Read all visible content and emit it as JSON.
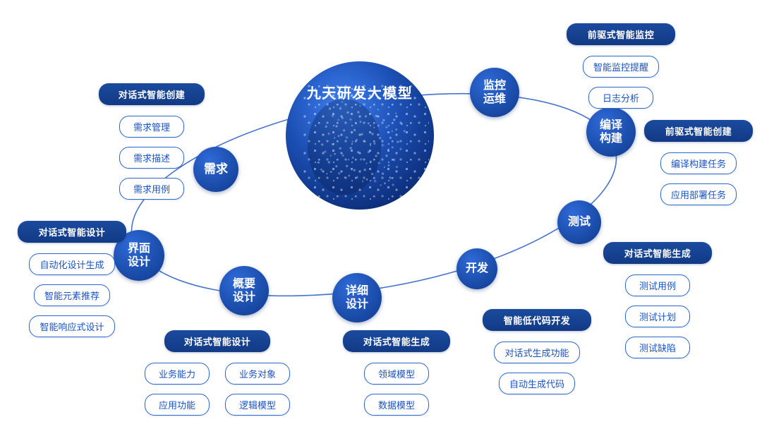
{
  "center": {
    "title": "九天研发大模型"
  },
  "nodes": [
    {
      "label": "需求"
    },
    {
      "label": "界面\n设计"
    },
    {
      "label": "概要\n设计"
    },
    {
      "label": "详细\n设计"
    },
    {
      "label": "开发"
    },
    {
      "label": "测试"
    },
    {
      "label": "编译\n构建"
    },
    {
      "label": "监控\n运维"
    }
  ],
  "groups": [
    {
      "title": "对话式智能创建",
      "items": [
        "需求管理",
        "需求描述",
        "需求用例"
      ]
    },
    {
      "title": "前驱式智能监控",
      "items": [
        "智能监控提醒",
        "日志分析"
      ]
    },
    {
      "title": "前驱式智能创建",
      "items": [
        "编译构建任务",
        "应用部署任务"
      ]
    },
    {
      "title": "对话式智能生成",
      "items": [
        "测试用例",
        "测试计划",
        "测试缺陷"
      ]
    },
    {
      "title": "智能低代码开发",
      "items": [
        "对话式生成功能",
        "自动生成代码"
      ]
    },
    {
      "title": "对话式智能生成",
      "items": [
        "领域模型",
        "数据模型"
      ]
    },
    {
      "title": "对话式智能设计",
      "items": [
        "业务能力",
        "业务对象",
        "应用功能",
        "逻辑模型"
      ]
    },
    {
      "title": "对话式智能设计",
      "items": [
        "自动化设计生成",
        "智能元素推荐",
        "智能响应式设计"
      ]
    }
  ],
  "colors": {
    "header_blue": "#16418f",
    "pill_border": "#2e68cc",
    "pill_text": "#1a53c2",
    "ellipse_line": "#4472cc",
    "sphere_dark": "#0a2a72"
  }
}
